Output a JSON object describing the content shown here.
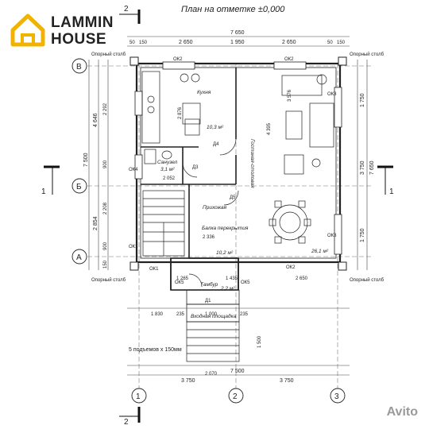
{
  "brand": {
    "line1": "LAMMIN",
    "line2": "HOUSE",
    "accent": "#f0b400"
  },
  "title": "План на отметке ±0,000",
  "watermark": "Avito",
  "section_marks": {
    "top": "2",
    "bottom": "2",
    "left": "1",
    "right": "1"
  },
  "axes": {
    "cols": [
      "1",
      "2",
      "3"
    ],
    "rows": [
      "В",
      "Б",
      "А"
    ]
  },
  "dims_top": {
    "total": "7 650",
    "parts": [
      "50",
      "150",
      "2 650",
      "1 950",
      "2 650",
      "50",
      "150"
    ]
  },
  "dims_bottom": {
    "total": "7 500",
    "parts": [
      "3 750",
      "3 750"
    ],
    "inner": [
      "1 830",
      "235",
      "1 000",
      "235",
      "2 070"
    ]
  },
  "dims_left": {
    "total": "7 500",
    "outer": [
      "4 646",
      "2 854"
    ],
    "inner": [
      "2 292",
      "900",
      "2 208",
      "900",
      "150"
    ]
  },
  "dims_right": {
    "total": "7 650",
    "parts": [
      "1 750",
      "3 750",
      "1 750"
    ]
  },
  "windows": {
    "ok1": "ОК1",
    "ok2": "ОК2",
    "ok3": "ОК3",
    "ok4": "ОК4",
    "ok5": "ОК5"
  },
  "doors": {
    "d1": "Д1",
    "d3": "Д3",
    "d4": "Д4",
    "d5": "Д5"
  },
  "rooms": {
    "kitchen": {
      "name": "Кухня",
      "area": "10,3 м²"
    },
    "living": {
      "name": "Гостиная-столовая",
      "area": "26,1 м²"
    },
    "bath": {
      "name": "Санузел",
      "area": "3,1 м²"
    },
    "hall": {
      "name": "Прихожая"
    },
    "landing": {
      "name": "Балка перекрытия",
      "area": "10,2 м²"
    },
    "tambour": {
      "name": "Тамбур",
      "area": "2,2 м²"
    },
    "porch": {
      "name": "Входная площадка"
    }
  },
  "labels": {
    "column_tl": "Опорный столб",
    "column_tr": "Опорный столб",
    "column_bl": "Опорный столб",
    "column_br": "Опорный столб",
    "steps": "5 подъемов х 150мм"
  },
  "misc_dims": {
    "k1": "2 876",
    "k2": "3 576",
    "k3": "4 395",
    "h1": "2 336",
    "h2": "2 052",
    "b1": "1 265",
    "b2": "1 435",
    "b3": "2 650",
    "b4": "1 500"
  }
}
